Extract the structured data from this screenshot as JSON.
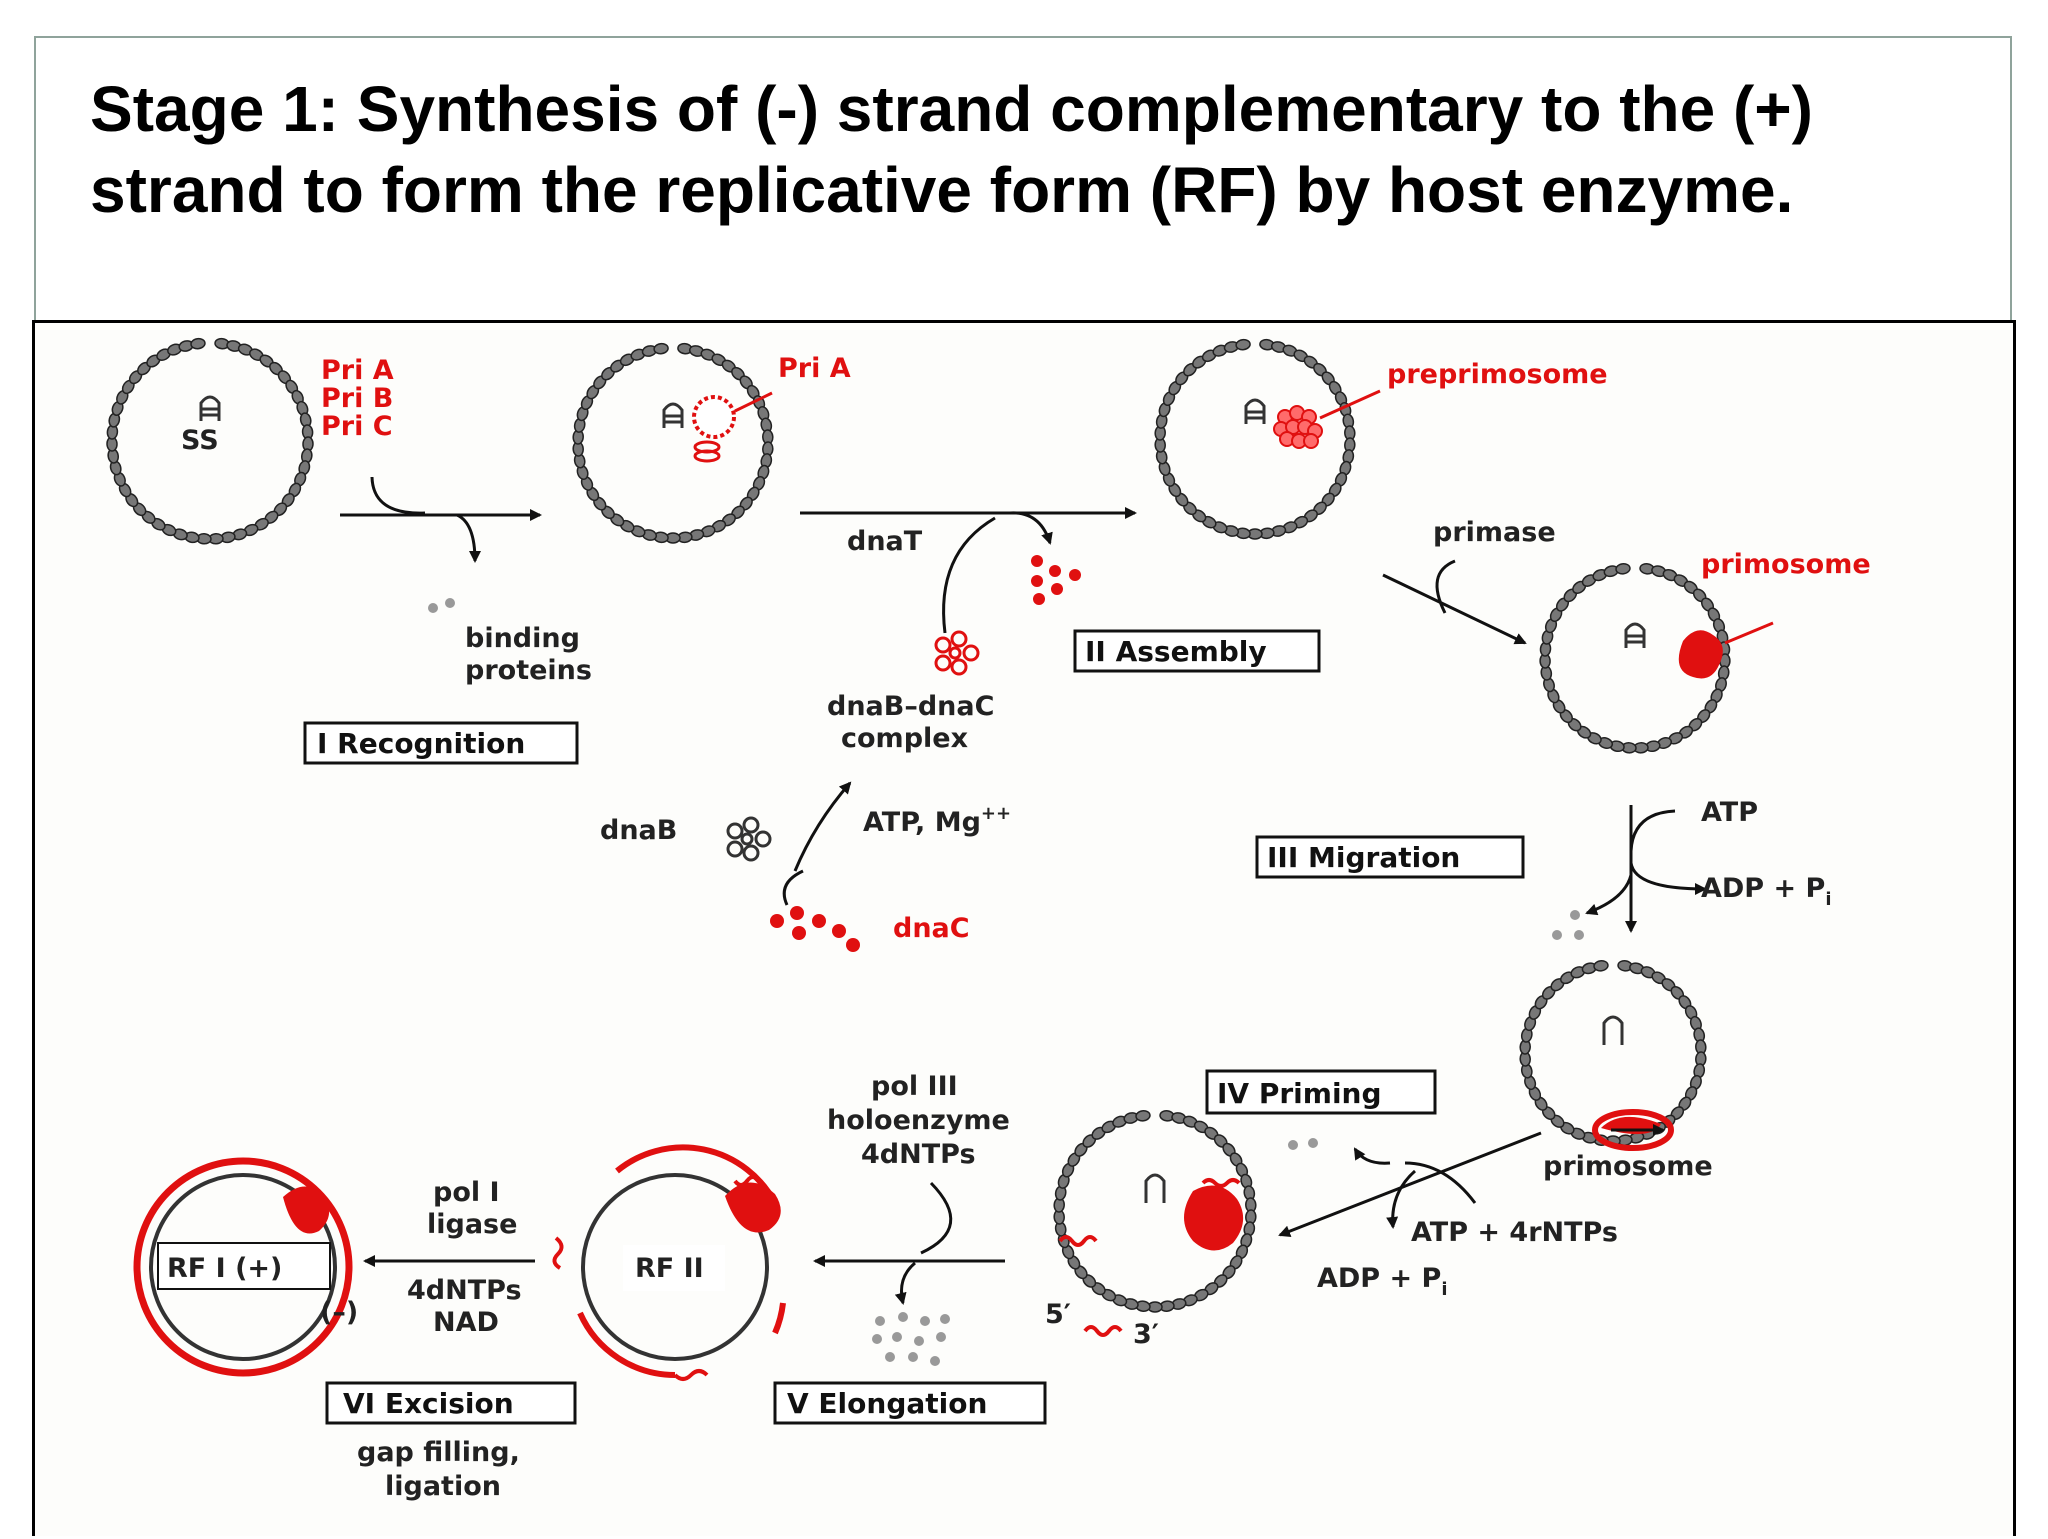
{
  "title": {
    "line1": "Stage 1: Synthesis of (-) strand complementary to the (+)",
    "line2": "strand to form the replicative form (RF) by host enzyme."
  },
  "colors": {
    "accent": "#e01010",
    "dna": "#555555",
    "frame": "#000000"
  },
  "diagram": {
    "ss_label": "SS",
    "pri_a": "Pri  A",
    "pri_b": "Pri  B",
    "pri_c": "Pri  C",
    "pri_a_tag": "Pri  A",
    "binding_proteins_1": "binding",
    "binding_proteins_2": "proteins",
    "stage_1": "I Recognition",
    "dnaT": "dnaT",
    "dnab_dnac_1": "dnaB–dnaC",
    "dnab_dnac_2": "complex",
    "dnaB": "dnaB",
    "atp_mg": "ATP, Mg",
    "atp_mg_sup": "++",
    "dnaC": "dnaC",
    "preprimosome": "preprimosome",
    "stage_2": "II Assembly",
    "primase": "primase",
    "primosome_top": "primosome",
    "stage_3": "III Migration",
    "atp_3": "ATP",
    "adp_3": "ADP + P",
    "adp_3_sub": "i",
    "primosome_bottom": "primosome",
    "stage_4": "IV Priming",
    "atp_rntps": "ATP + 4rNTPs",
    "adp_4": "ADP + P",
    "adp_4_sub": "i",
    "five_prime": "5′",
    "three_prime": "3′",
    "pol3_1": "pol III",
    "pol3_2": "holoenzyme",
    "pol3_3": "4dNTPs",
    "stage_5": "V Elongation",
    "rf2": "RF II",
    "pol1": "pol I",
    "ligase": "ligase",
    "dntps_6": "4dNTPs",
    "nad": "NAD",
    "minus": "(–)",
    "rf1": "RF I (+)",
    "stage_6": "VI Excision",
    "gap_1": "gap filling,",
    "gap_2": "ligation"
  }
}
